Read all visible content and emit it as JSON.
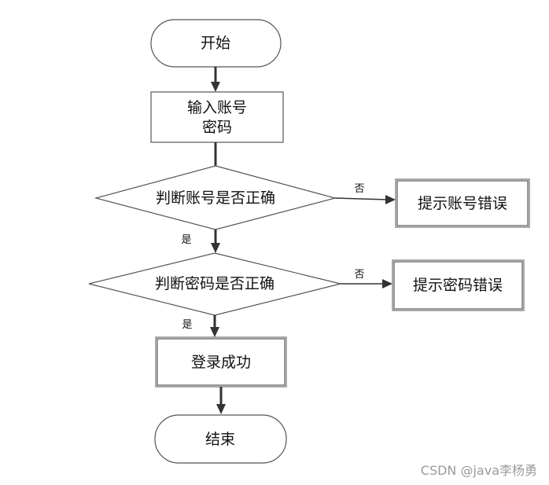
{
  "nodes": {
    "start": "开始",
    "input_line1": "输入账号",
    "input_line2": "密码",
    "check_account": "判断账号是否正确",
    "account_error": "提示账号错误",
    "check_password": "判断密码是否正确",
    "password_error": "提示密码错误",
    "login_success": "登录成功",
    "end": "结束"
  },
  "edges": {
    "no_1": "否",
    "yes_1": "是",
    "no_2": "否",
    "yes_2": "是"
  },
  "watermark": "CSDN @java李杨勇"
}
